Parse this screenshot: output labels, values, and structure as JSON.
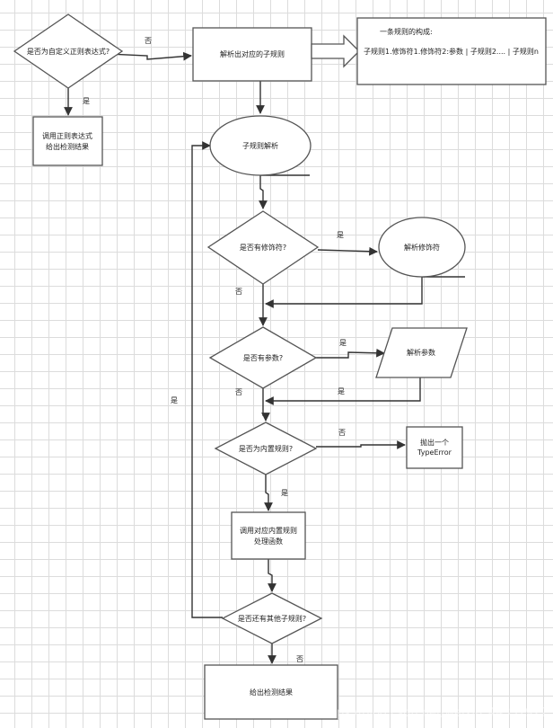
{
  "nodes": {
    "is_custom_regex": "是否为自定义正则表达式?",
    "call_regex_line1": "调用正则表达式",
    "call_regex_line2": "给出检测结果",
    "parse_subrules": "解析出对应的子规则",
    "rule_def_title": "一条规则的构成:",
    "rule_def_body": "子规则1.修饰符1.修饰符2:参数 | 子规则2.... | 子规则n",
    "subrule_parse": "子规则解析",
    "has_modifier": "是否有修饰符?",
    "parse_modifier": "解析修饰符",
    "has_param": "是否有参数?",
    "parse_param": "解析参数",
    "is_builtin": "是否为内置规则?",
    "throw_line1": "抛出一个",
    "throw_line2": "TypeError",
    "call_builtin_line1": "调用对应内置规则",
    "call_builtin_line2": "处理函数",
    "has_more": "是否还有其他子规则?",
    "result": "给出检测结果"
  },
  "edges": {
    "custom_no": "否",
    "custom_yes": "是",
    "modifier_yes": "是",
    "modifier_no": "否",
    "param_yes": "是",
    "param_no": "否",
    "param_return": "是",
    "builtin_no": "否",
    "builtin_yes": "是",
    "loop_yes": "是",
    "more_no": "否"
  },
  "watermark": "https://blog.csdn.net/weixin_44337922"
}
